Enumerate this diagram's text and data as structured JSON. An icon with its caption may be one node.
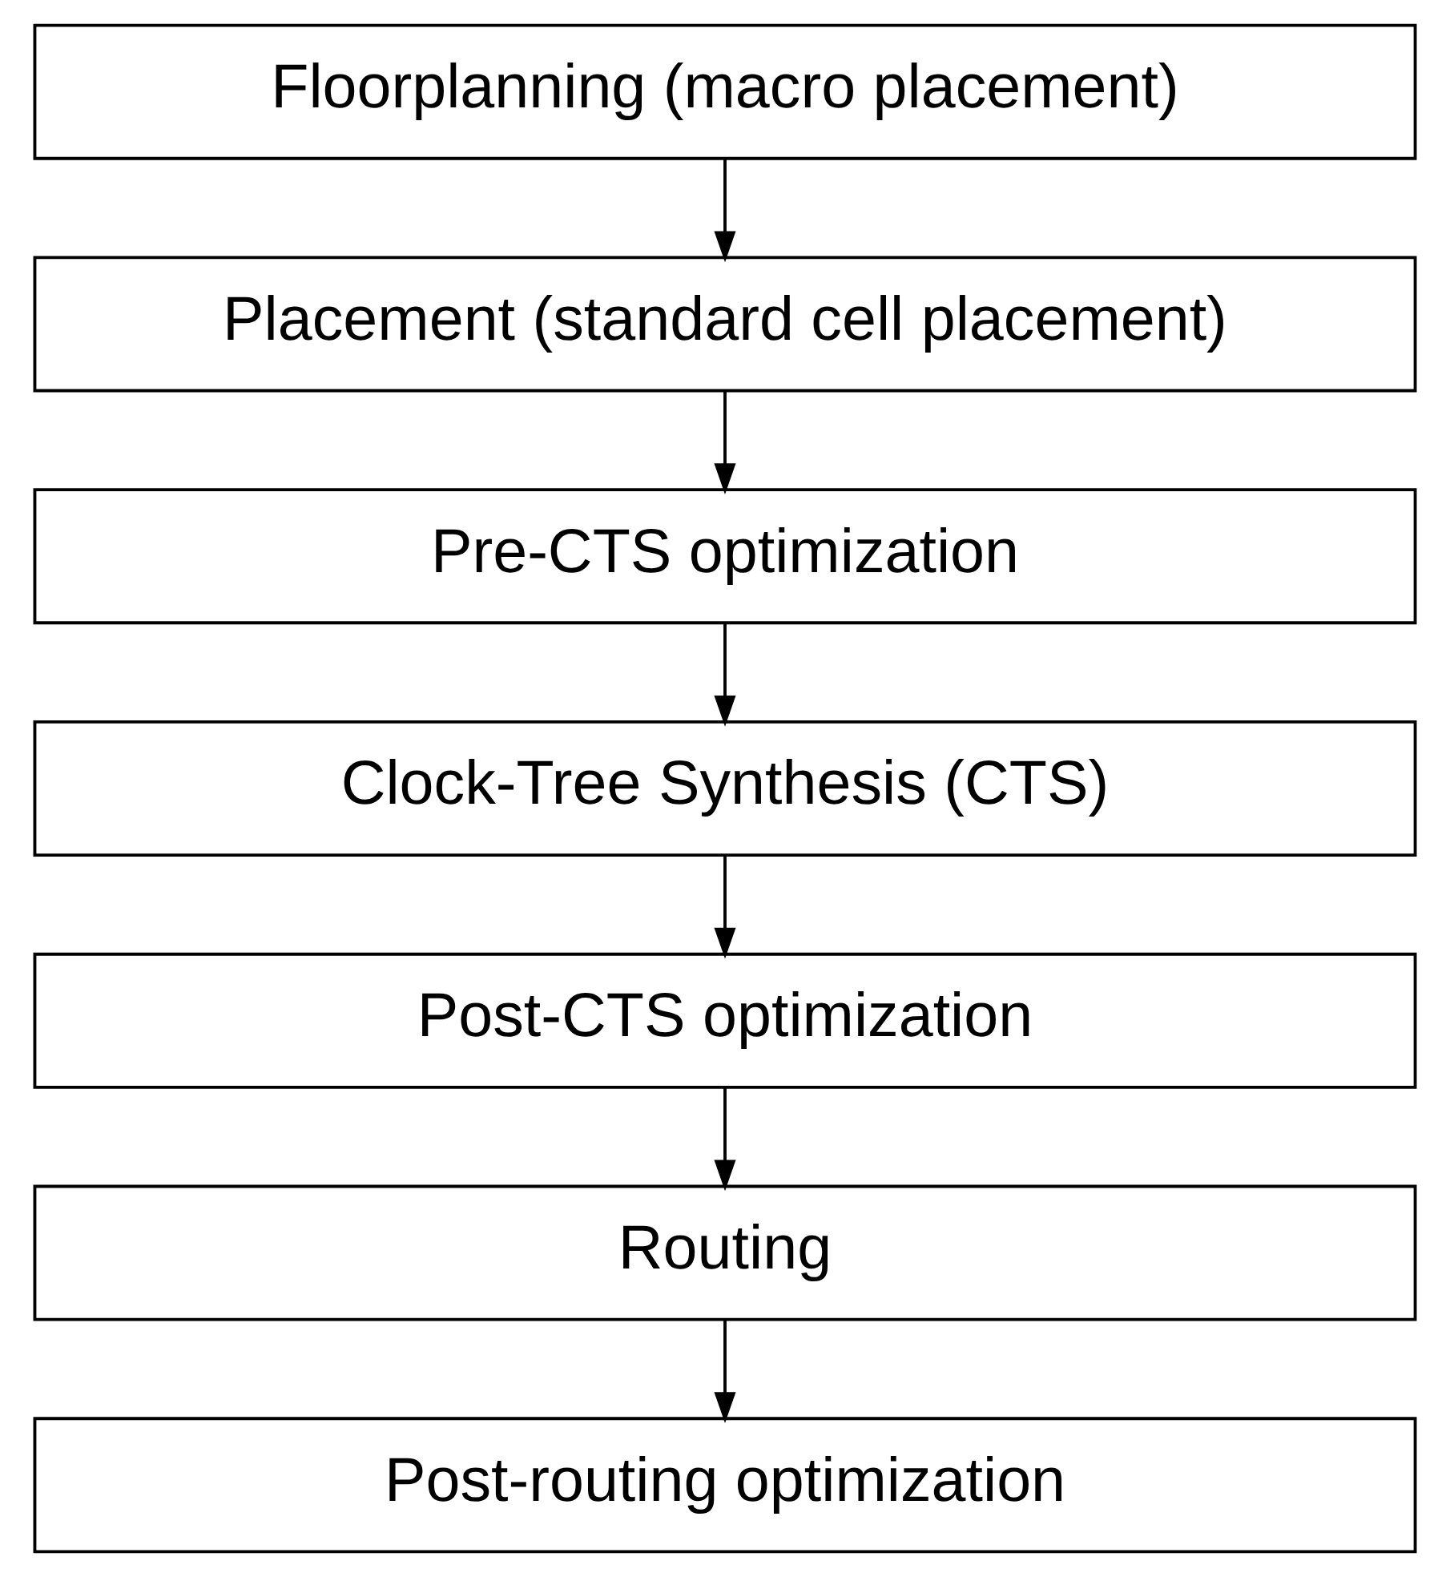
{
  "diagram": {
    "nodes": [
      {
        "text": [
          "Floorplanning (macro placement)"
        ]
      },
      {
        "text": [
          "Placement (standard cell placement)"
        ]
      },
      {
        "text": [
          "Pre-CTS optimization"
        ]
      },
      {
        "text": [
          "Clock-Tree Synthesis (CTS)"
        ]
      },
      {
        "text": [
          "Post-CTS optimization"
        ]
      },
      {
        "text": [
          "Routing"
        ]
      },
      {
        "text": [
          "Post-routing optimization"
        ]
      }
    ],
    "edges": [
      {
        "from": 0,
        "to": 1,
        "arrow": "to"
      },
      {
        "from": 1,
        "to": 2,
        "arrow": "to"
      },
      {
        "from": 2,
        "to": 3,
        "arrow": "to"
      },
      {
        "from": 3,
        "to": 4,
        "arrow": "to"
      },
      {
        "from": 4,
        "to": 5,
        "arrow": "to"
      },
      {
        "from": 5,
        "to": 6,
        "arrow": "to"
      }
    ]
  }
}
